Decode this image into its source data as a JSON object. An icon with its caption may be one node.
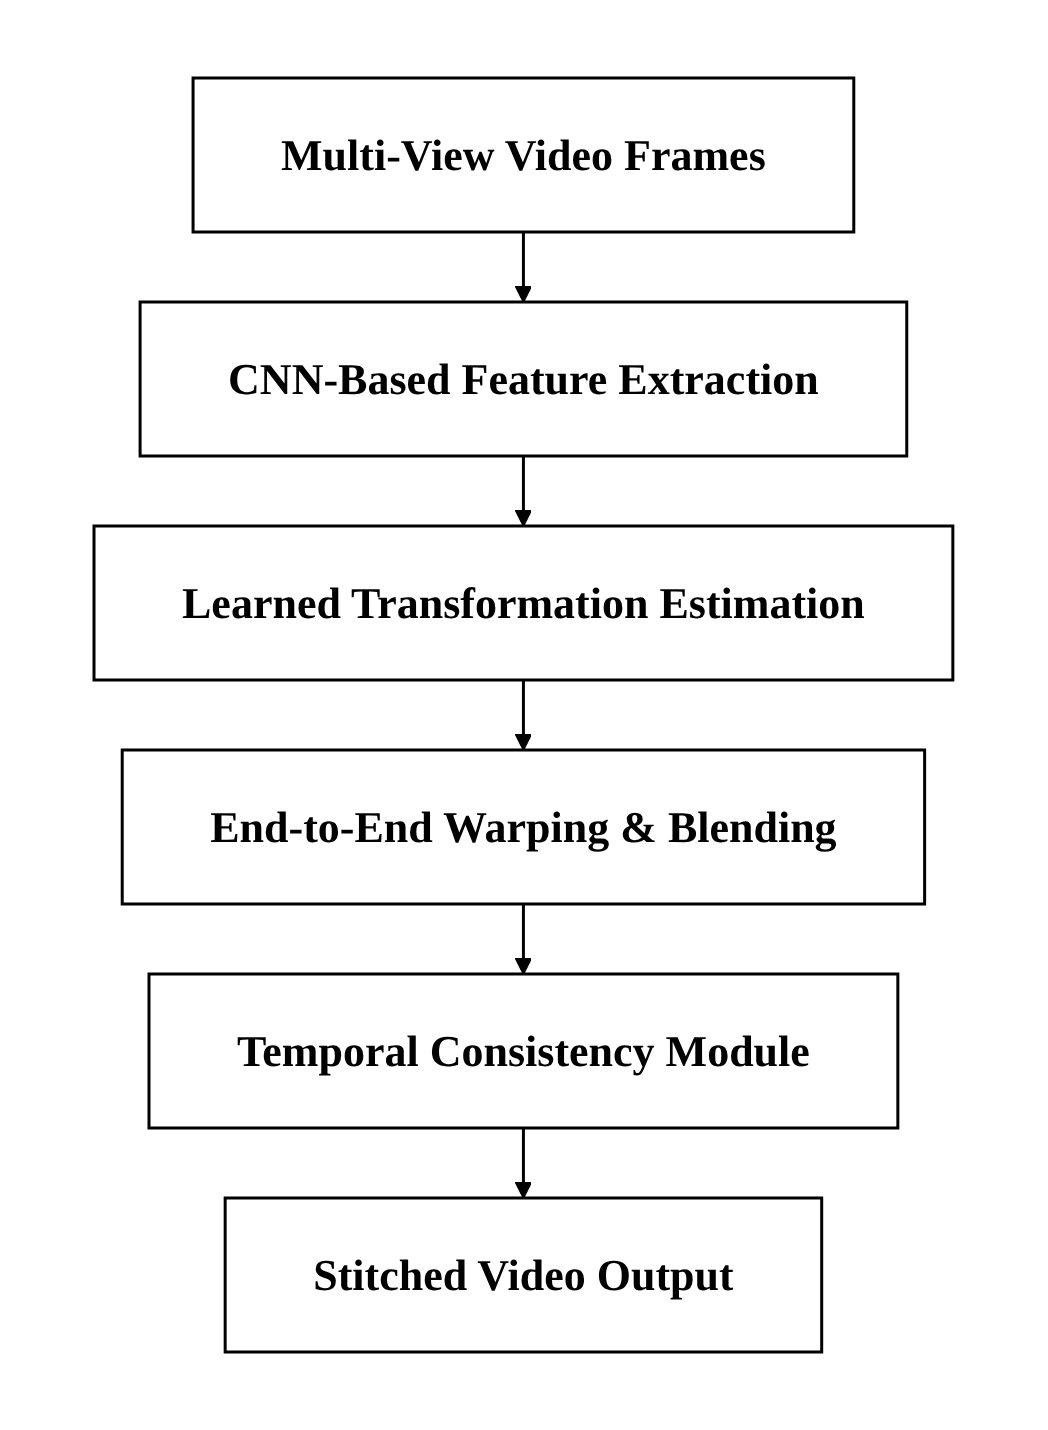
{
  "diagram": {
    "nodes": [
      {
        "text": [
          "Multi-View Video Frames"
        ]
      },
      {
        "text": [
          "CNN-Based Feature Extraction"
        ]
      },
      {
        "text": [
          "Learned Transformation Estimation"
        ]
      },
      {
        "text": [
          "End-to-End Warping & Blending"
        ]
      },
      {
        "text": [
          "Temporal Consistency Module"
        ]
      },
      {
        "text": [
          "Stitched Video Output"
        ]
      }
    ],
    "edges": [
      {
        "from": 0,
        "to": 1,
        "arrow": "to"
      },
      {
        "from": 1,
        "to": 2,
        "arrow": "to"
      },
      {
        "from": 2,
        "to": 3,
        "arrow": "to"
      },
      {
        "from": 3,
        "to": 4,
        "arrow": "to"
      },
      {
        "from": 4,
        "to": 5,
        "arrow": "to"
      }
    ]
  }
}
